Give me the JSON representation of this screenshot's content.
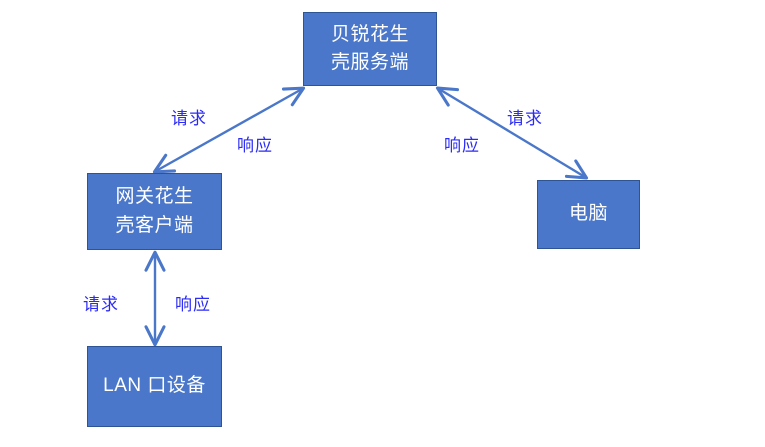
{
  "diagram": {
    "type": "network-flow-diagram",
    "background_color": "#ffffff",
    "node_fill_color": "#4a77c9",
    "node_border_color": "#2f5496",
    "node_text_color": "#ffffff",
    "edge_color": "#4a77c9",
    "edge_label_color": "#2b2bf5",
    "nodes": [
      {
        "id": "server",
        "label": "贝锐花生\n壳服务端"
      },
      {
        "id": "gateway",
        "label": "网关花生\n壳客户端"
      },
      {
        "id": "computer",
        "label": "电脑"
      },
      {
        "id": "lan",
        "label": "LAN 口设备"
      }
    ],
    "edges": [
      {
        "id": "gateway-server",
        "from": "gateway",
        "to": "server",
        "style": "double-headed-arrow",
        "labels": {
          "request": "请求",
          "response": "响应"
        }
      },
      {
        "id": "computer-server",
        "from": "computer",
        "to": "server",
        "style": "double-headed-arrow",
        "labels": {
          "request": "请求",
          "response": "响应"
        }
      },
      {
        "id": "lan-gateway",
        "from": "lan",
        "to": "gateway",
        "style": "double-headed-arrow",
        "labels": {
          "request": "请求",
          "response": "响应"
        }
      }
    ]
  }
}
